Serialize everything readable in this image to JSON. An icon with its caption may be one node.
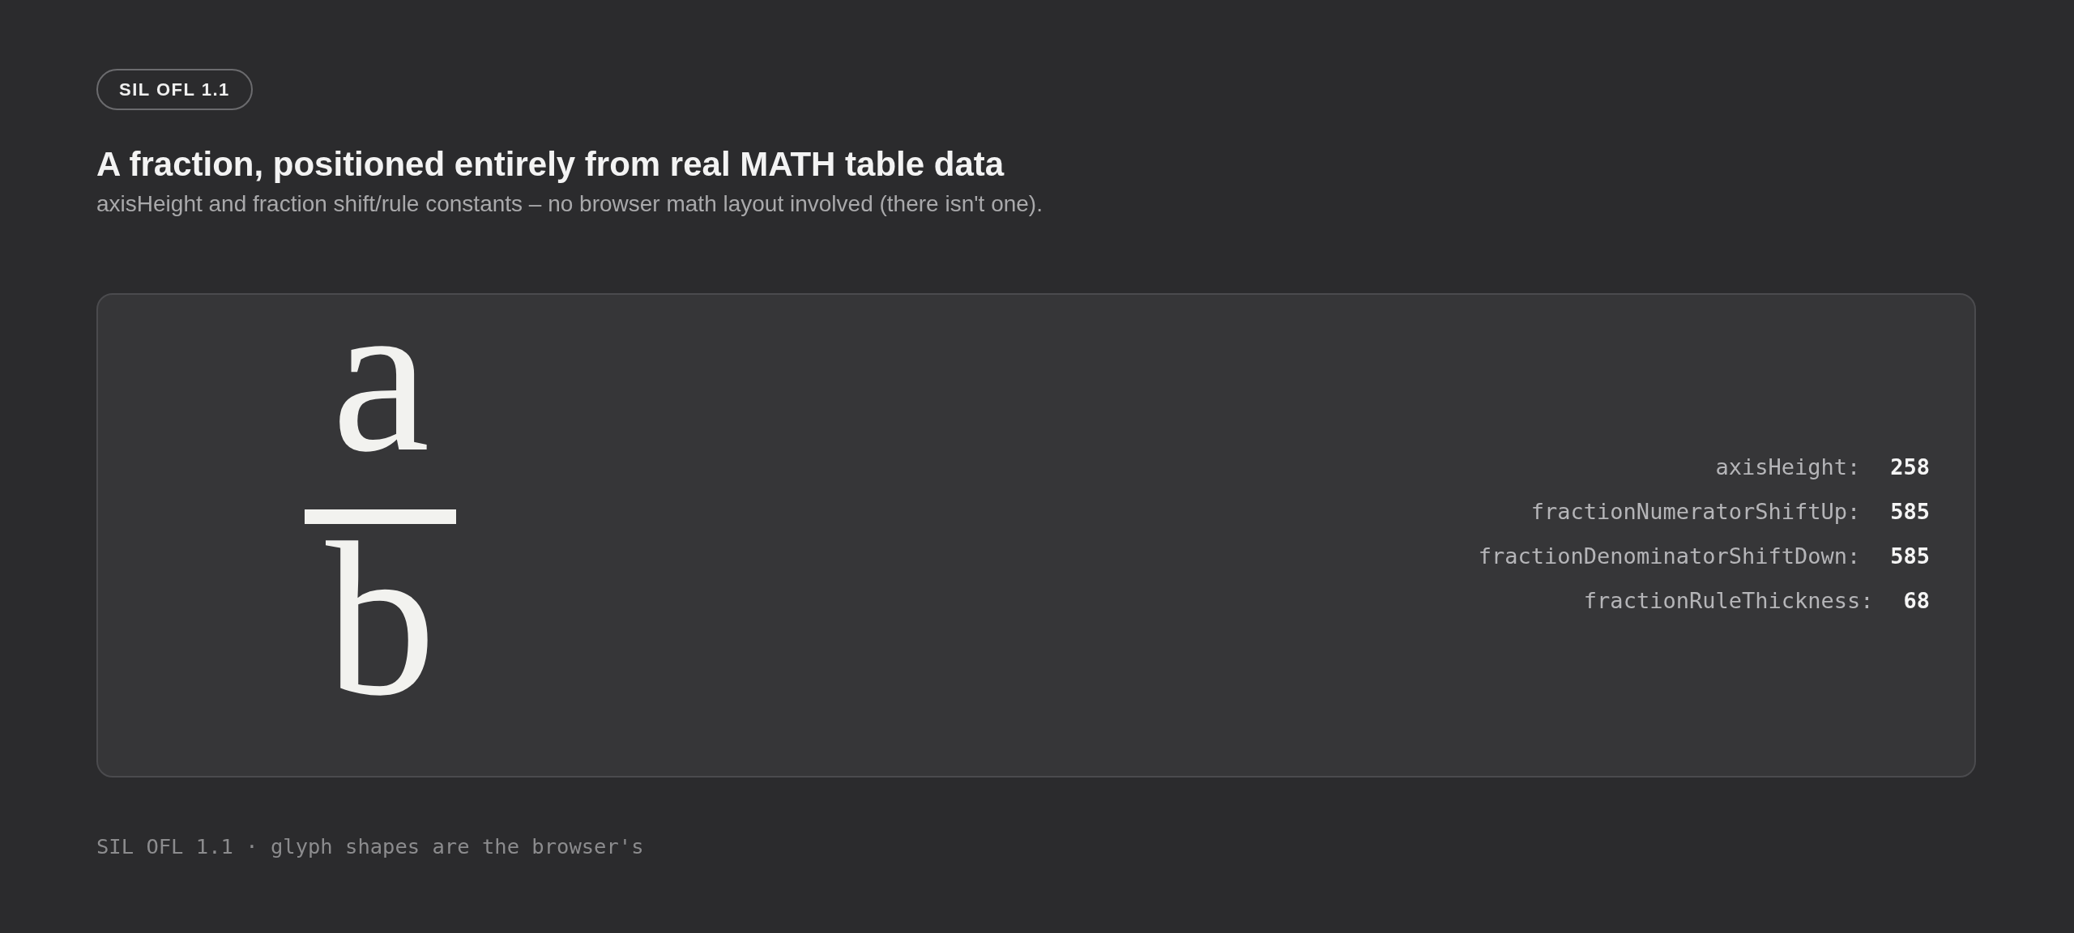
{
  "diagram": {
    "title": "A fraction, positioned entirely from real MATH table data",
    "caption": "SIL OFL 1.1 · glyph shapes are the browser's",
    "nodes": [
      {
        "text": [
          "SIL OFL 1.1"
        ]
      },
      {
        "text": [
          "a",
          "b"
        ]
      },
      {
        "text": [],
        "shape": "bar",
        "in": 1
      }
    ],
    "labels": [
      "axisHeight and fraction shift/rule constants – no browser math layout involved (there isn't one).",
      "axisHeight:",
      "258",
      "fractionNumeratorShiftUp:",
      "585",
      "fractionDenominatorShiftDown:",
      "585",
      "fractionRuleThickness:",
      "68"
    ]
  }
}
